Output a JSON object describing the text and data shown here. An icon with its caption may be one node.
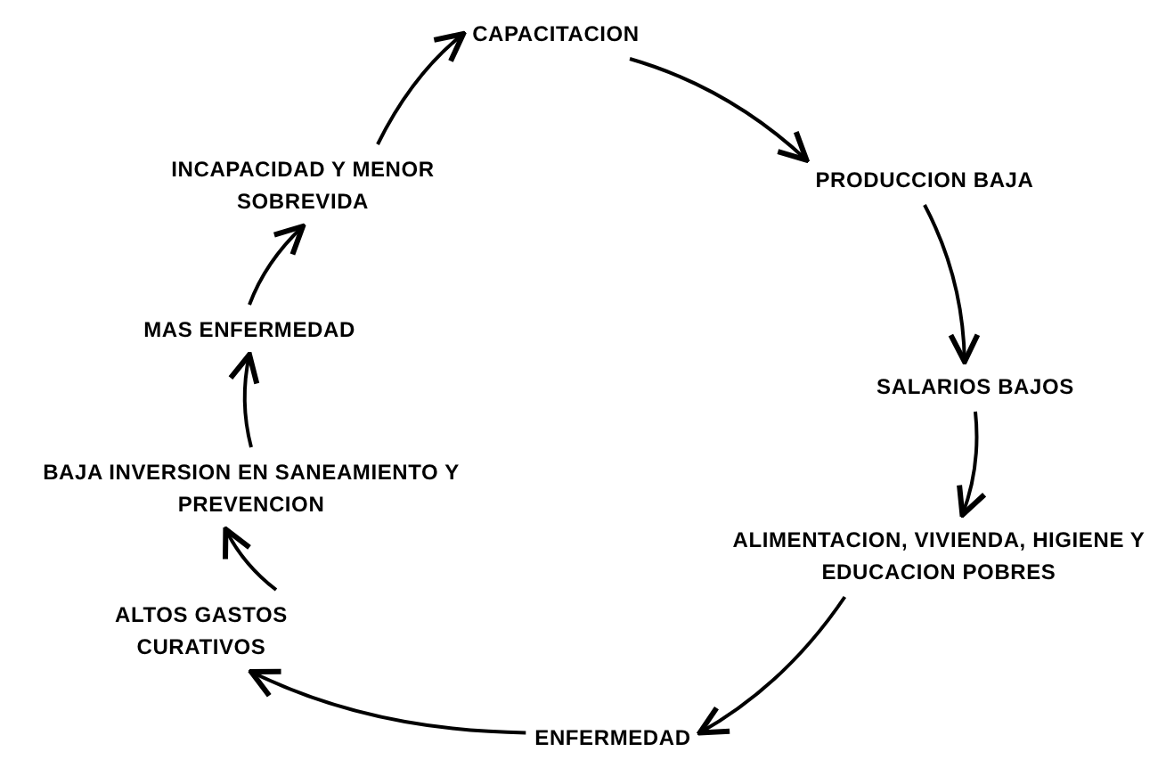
{
  "diagram": {
    "nodes": [
      {
        "text": [
          "CAPACITACION"
        ]
      },
      {
        "text": [
          "PRODUCCION BAJA"
        ]
      },
      {
        "text": [
          "SALARIOS BAJOS"
        ]
      },
      {
        "text": [
          "ALIMENTACION, VIVIENDA, HIGIENE Y EDUCACION POBRES"
        ]
      },
      {
        "text": [
          "ENFERMEDAD"
        ]
      },
      {
        "text": [
          "ALTOS GASTOS CURATIVOS"
        ]
      },
      {
        "text": [
          "BAJA INVERSION EN SANEAMIENTO Y PREVENCION"
        ]
      },
      {
        "text": [
          "MAS ENFERMEDAD"
        ]
      },
      {
        "text": [
          "INCAPACIDAD Y MENOR SOBREVIDA"
        ]
      }
    ],
    "edges": [
      {
        "from": 0,
        "to": 1,
        "arrow": "to"
      },
      {
        "from": 1,
        "to": 2,
        "arrow": "to"
      },
      {
        "from": 2,
        "to": 3,
        "arrow": "to"
      },
      {
        "from": 3,
        "to": 4,
        "arrow": "to"
      },
      {
        "from": 4,
        "to": 5,
        "arrow": "to"
      },
      {
        "from": 5,
        "to": 6,
        "arrow": "to"
      },
      {
        "from": 6,
        "to": 7,
        "arrow": "to"
      },
      {
        "from": 7,
        "to": 8,
        "arrow": "to"
      },
      {
        "from": 8,
        "to": 0,
        "arrow": "to"
      }
    ]
  }
}
